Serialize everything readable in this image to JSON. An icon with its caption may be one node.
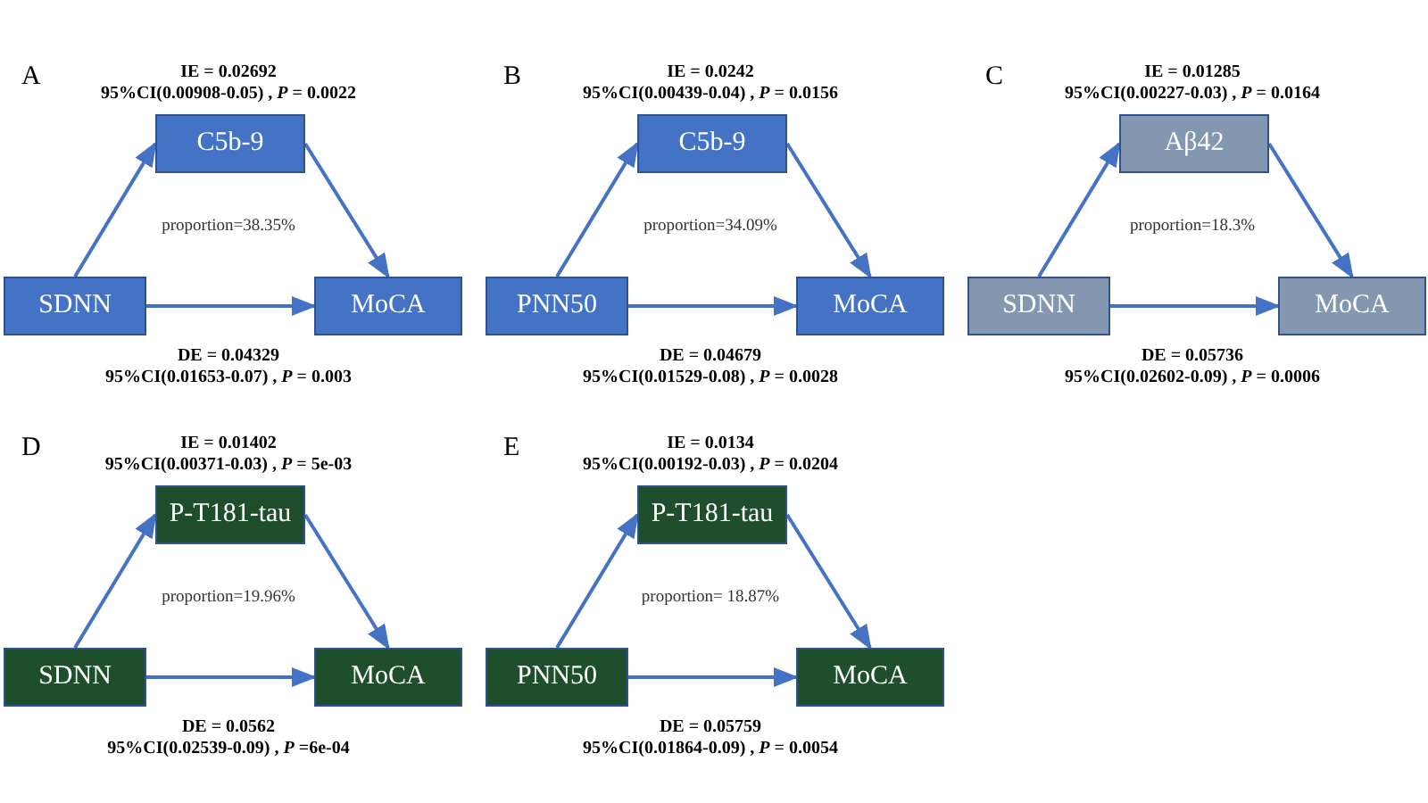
{
  "diagram": {
    "nodes": [
      {
        "text": [
          "C5b-9"
        ]
      },
      {
        "text": [
          "SDNN"
        ]
      },
      {
        "text": [
          "MoCA"
        ]
      },
      {
        "text": [
          "C5b-9"
        ]
      },
      {
        "text": [
          "PNN50"
        ]
      },
      {
        "text": [
          "MoCA"
        ]
      },
      {
        "text": [
          "Aβ42"
        ]
      },
      {
        "text": [
          "SDNN"
        ]
      },
      {
        "text": [
          "MoCA"
        ]
      },
      {
        "text": [
          "P-T181-tau"
        ]
      },
      {
        "text": [
          "SDNN"
        ]
      },
      {
        "text": [
          "MoCA"
        ]
      },
      {
        "text": [
          "P-T181-tau"
        ]
      },
      {
        "text": [
          "PNN50"
        ]
      },
      {
        "text": [
          "MoCA"
        ]
      }
    ],
    "edges": [
      {
        "from": 1,
        "to": 0,
        "arrow": "to"
      },
      {
        "from": 0,
        "to": 2,
        "arrow": "to"
      },
      {
        "from": 1,
        "to": 2,
        "arrow": "to"
      },
      {
        "from": 4,
        "to": 3,
        "arrow": "to"
      },
      {
        "from": 3,
        "to": 5,
        "arrow": "to"
      },
      {
        "from": 4,
        "to": 5,
        "arrow": "to"
      },
      {
        "from": 7,
        "to": 6,
        "arrow": "to"
      },
      {
        "from": 6,
        "to": 8,
        "arrow": "to"
      },
      {
        "from": 7,
        "to": 8,
        "arrow": "to"
      },
      {
        "from": 10,
        "to": 9,
        "arrow": "to"
      },
      {
        "from": 9,
        "to": 11,
        "arrow": "to"
      },
      {
        "from": 10,
        "to": 11,
        "arrow": "to"
      },
      {
        "from": 13,
        "to": 12,
        "arrow": "to"
      },
      {
        "from": 12,
        "to": 14,
        "arrow": "to"
      },
      {
        "from": 13,
        "to": 14,
        "arrow": "to"
      }
    ],
    "labels": [
      "A",
      "IE = 0.02692",
      "95%CI(0.00908-0.05) , *P* = 0.0022",
      "proportion=38.35%",
      "DE = 0.04329",
      "95%CI(0.01653-0.07) , *P* = 0.003",
      "B",
      "IE = 0.0242",
      "95%CI(0.00439-0.04) , *P* = 0.0156",
      "proportion=34.09%",
      "DE = 0.04679",
      "95%CI(0.01529-0.08) , *P* = 0.0028",
      "C",
      "IE = 0.01285",
      "95%CI(0.00227-0.03) , *P* = 0.0164",
      "proportion=18.3%",
      "DE = 0.05736",
      "95%CI(0.02602-0.09) , *P* = 0.0006",
      "D",
      "IE = 0.01402",
      "95%CI(0.00371-0.03) , *P* = 5e-03",
      "proportion=19.96%",
      "DE = 0.0562",
      "95%CI(0.02539-0.09) , *P* =6e-04",
      "E",
      "IE = 0.0134",
      "95%CI(0.00192-0.03) , *P* = 0.0204",
      "proportion= 18.87%",
      "DE = 0.05759",
      "95%CI(0.01864-0.09) , *P* = 0.0054"
    ]
  }
}
